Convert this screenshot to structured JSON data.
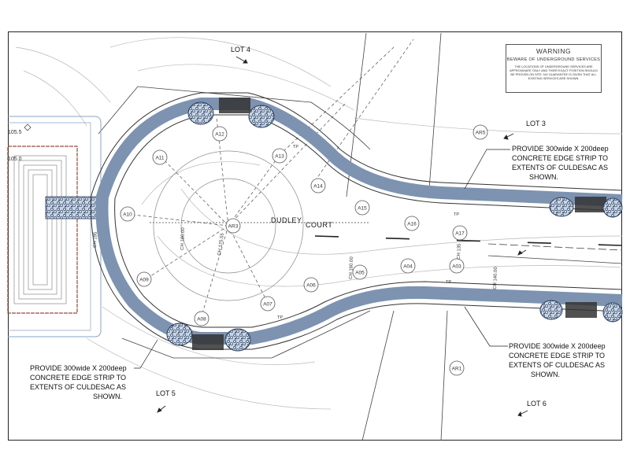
{
  "warning": {
    "title": "WARNING",
    "subtitle": "BEWARE OF UNDERGROUND SERVICES",
    "body": "THE LOCATIONS OF UNDERGROUND SERVICES ARE APPROXIMATE ONLY AND THEIR EXACT POSITION SHOULD BE PROVEN ON SITE. NO GUARANTEE IS GIVEN THAT ALL EXISTING SERVICES ARE SHOWN."
  },
  "lots": {
    "lot3": "LOT 3",
    "lot4": "LOT 4",
    "lot5": "LOT 5",
    "lot6": "LOT 6"
  },
  "street": {
    "word1": "DUDLEY",
    "word2": "COURT"
  },
  "notes": {
    "top_right": [
      "PROVIDE 300wide X 200deep",
      "CONCRETE EDGE STRIP TO",
      "EXTENTS OF CULDESAC AS",
      "SHOWN."
    ],
    "bottom_left": [
      "PROVIDE 300wide X 200deep",
      "CONCRETE EDGE STRIP TO",
      "EXTENTS OF CULDESAC AS",
      "SHOWN."
    ],
    "bottom_right": [
      "PROVIDE 300wide X 200deep",
      "CONCRETE EDGE STRIP TO",
      "EXTENTS OF CULDESAC AS",
      "SHOWN."
    ]
  },
  "levels": {
    "l1": "105.5",
    "l2": "105.0"
  },
  "tp_label": "TP",
  "points": {
    "a12": "A12",
    "a11": "A11",
    "a13": "A13",
    "a14": "A14",
    "a15": "A15",
    "a16": "A16",
    "a17": "A17",
    "a10": "A10",
    "ar3": "AR3",
    "a09": "A09",
    "a08": "A08",
    "a07": "A07",
    "a06": "A06",
    "a05": "A05",
    "a04": "A04",
    "a03": "A03",
    "ar5": "AR5",
    "ar1": "AR1"
  },
  "chainages": {
    "ch180": "CH 180.00",
    "ch175": "CH 175.55",
    "ch160": "CH 160.00",
    "ch140": "CH 140.00",
    "ch195": "CH 195",
    "ch135": "CH 135"
  }
}
